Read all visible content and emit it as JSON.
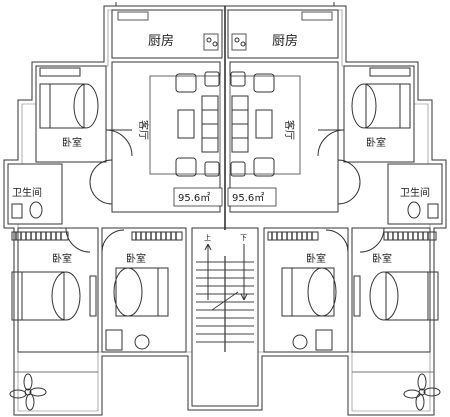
{
  "plan": {
    "rooms": {
      "kitchen_left": "厨房",
      "kitchen_right": "厨房",
      "living_left": "客厅",
      "living_right": "客厅",
      "bedroom_tl": "卧室",
      "bedroom_tr": "卧室",
      "bathroom_left": "卫生间",
      "bathroom_right": "卫生间",
      "bedroom_ll": "卧室",
      "bedroom_lc": "卧室",
      "bedroom_rc": "卧室",
      "bedroom_rr": "卧室"
    },
    "area_left": "95.6㎡",
    "area_right": "95.6㎡",
    "stair_up": "上",
    "stair_down": "下",
    "colors": {
      "line": "#333333",
      "paper": "#ffffff",
      "corridor": "#f4f4f4"
    }
  }
}
